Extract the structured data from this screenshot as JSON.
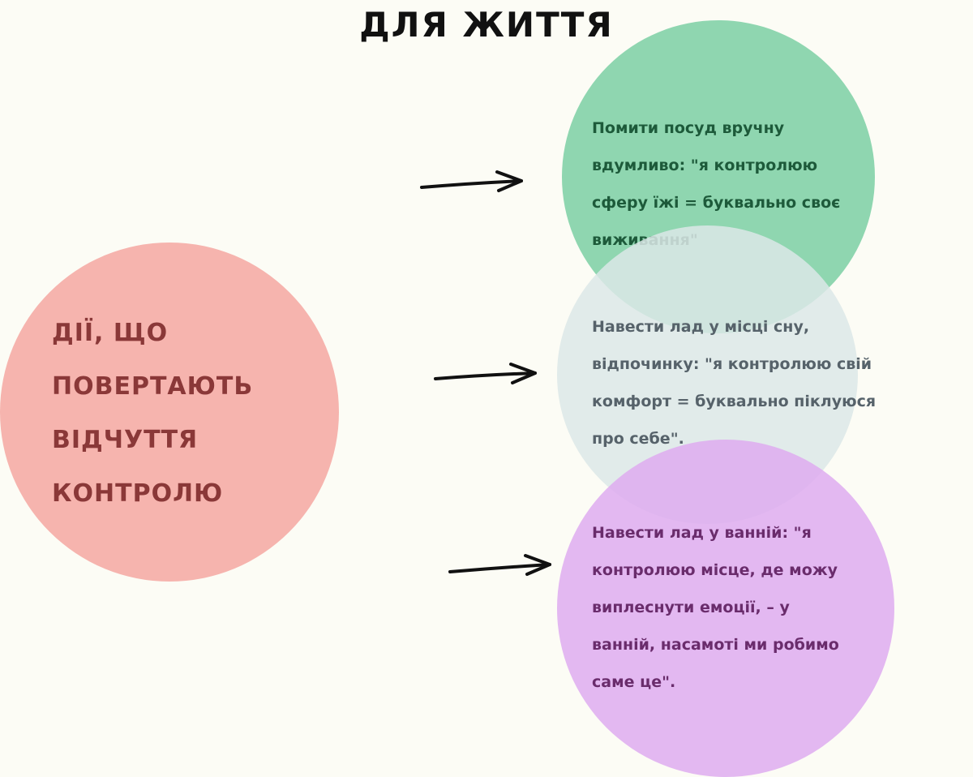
{
  "title": "ДЛЯ ЖИТТЯ",
  "main_node": {
    "label": "ДІЇ, ЩО\nПОВЕРТАЮТЬ\nВІДЧУТТЯ\nКОНТРОЛЮ",
    "color": "#f6b4ae"
  },
  "items": [
    {
      "text": "Помити посуд вручну\nвдумливо: \"я контролюю\nсферу їжі = буквально своє\nвиживання\"",
      "color": "#8fd6b0",
      "text_color": "#1d5a3a"
    },
    {
      "text": "Навести лад у місці сну,\nвідпочинку: \"я контролюю свій\nкомфорт = буквально піклуюся\nпро себе\".",
      "color": "#dde8e8",
      "text_color": "#56626a"
    },
    {
      "text": "Навести лад у ванній: \"я\nконтролюю місце, де можу\nвиплеснути емоції, – у\nванній, насамоті ми робимо\nсаме це\".",
      "color": "#e0b2ef",
      "text_color": "#6a2c6c"
    }
  ]
}
